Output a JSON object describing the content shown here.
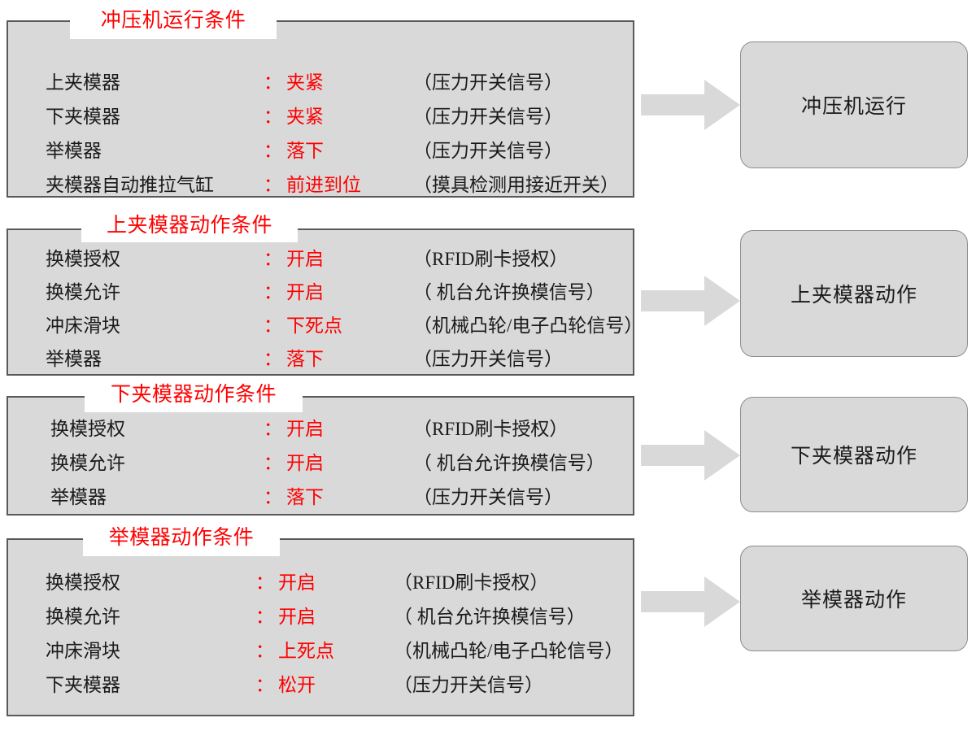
{
  "colors": {
    "panel_fill": "#d9d9d9",
    "panel_border": "#595959",
    "title_text": "#ff0000",
    "value_text": "#ff0000",
    "label_text": "#1a1a1a",
    "arrow_fill": "#d9d9d9",
    "result_fill": "#d9d9d9",
    "result_border": "#8c8c8c",
    "background": "#ffffff"
  },
  "blocks": [
    {
      "title": "冲压机运行条件",
      "result": "冲压机运行",
      "rows": [
        {
          "label": "上夹模器",
          "colon": "：",
          "value": "夹紧",
          "note": "（压力开关信号）"
        },
        {
          "label": "下夹模器",
          "colon": "：",
          "value": "夹紧",
          "note": "（压力开关信号）"
        },
        {
          "label": "举模器",
          "colon": "：",
          "value": "落下",
          "note": "（压力开关信号）"
        },
        {
          "label": "夹模器自动推拉气缸",
          "colon": "：",
          "value": "前进到位",
          "note": "（摸具检测用接近开关）"
        }
      ]
    },
    {
      "title": "上夹模器动作条件",
      "result": "上夹模器动作",
      "rows": [
        {
          "label": "换模授权",
          "colon": "：",
          "value": "开启",
          "note": "（RFID刷卡授权）"
        },
        {
          "label": "换模允许",
          "colon": "：",
          "value": "开启",
          "note": "（ 机台允许换模信号）"
        },
        {
          "label": "冲床滑块",
          "colon": "：",
          "value": "下死点",
          "note": "（机械凸轮/电子凸轮信号）"
        },
        {
          "label": "举模器",
          "colon": "：",
          "value": "落下",
          "note": "（压力开关信号）"
        }
      ]
    },
    {
      "title": "下夹模器动作条件",
      "result": "下夹模器动作",
      "rows": [
        {
          "label": "换模授权",
          "colon": "：",
          "value": "开启",
          "note": "（RFID刷卡授权）"
        },
        {
          "label": "换模允许",
          "colon": "：",
          "value": "开启",
          "note": "（ 机台允许换模信号）"
        },
        {
          "label": "举模器",
          "colon": "：",
          "value": "落下",
          "note": "（压力开关信号）"
        }
      ]
    },
    {
      "title": "举模器动作条件",
      "result": "举模器动作",
      "rows": [
        {
          "label": "换模授权",
          "colon": "：",
          "value": "开启",
          "note": "（RFID刷卡授权）"
        },
        {
          "label": "换模允许",
          "colon": "：",
          "value": "开启",
          "note": "（ 机台允许换模信号）"
        },
        {
          "label": "冲床滑块",
          "colon": "：",
          "value": "上死点",
          "note": "（机械凸轮/电子凸轮信号）"
        },
        {
          "label": "下夹模器",
          "colon": "：",
          "value": "松开",
          "note": "（压力开关信号）"
        }
      ]
    }
  ]
}
